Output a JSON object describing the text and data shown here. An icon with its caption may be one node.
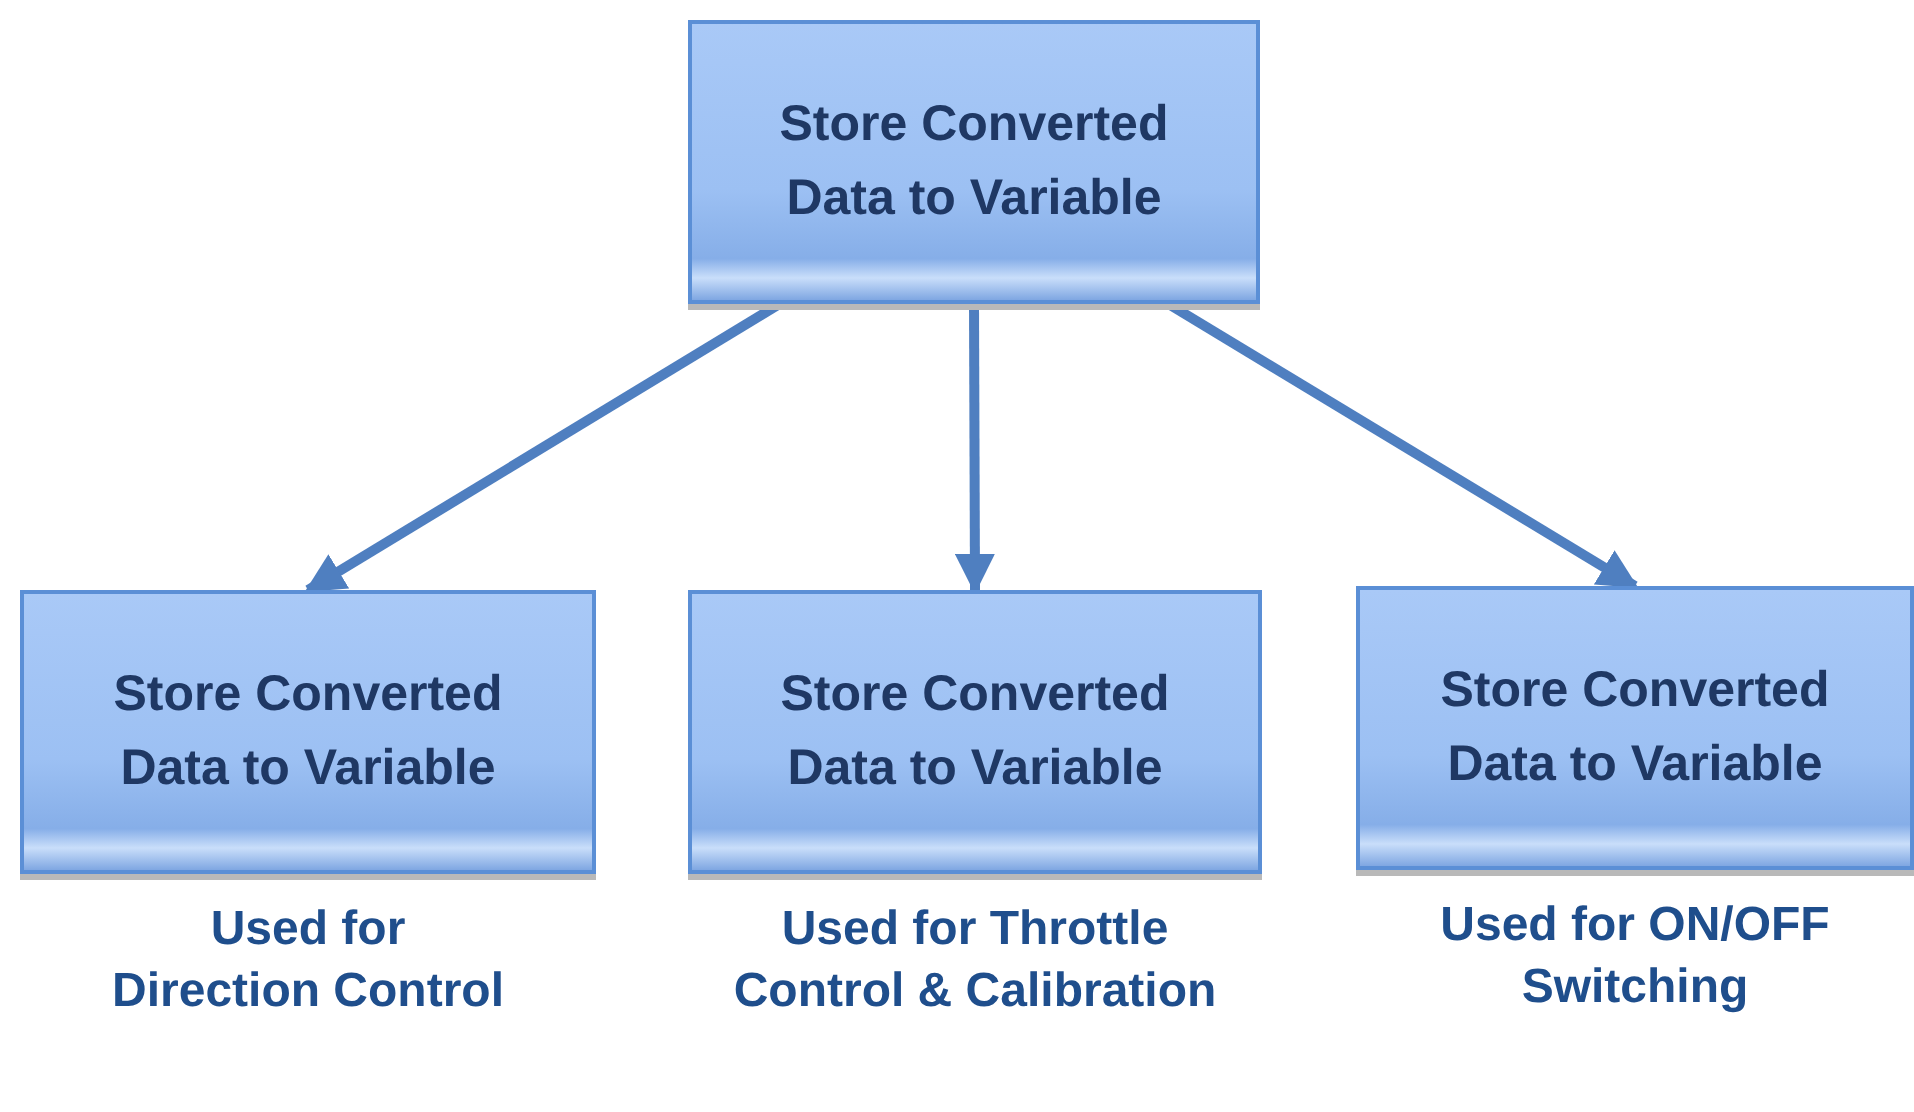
{
  "diagram": {
    "nodes": [
      {
        "text": [
          "Store Converted Data to Variable"
        ]
      },
      {
        "text": [
          "Store Converted Data to Variable"
        ],
        "beside": [
          "Used for Direction Control"
        ]
      },
      {
        "text": [
          "Store Converted Data to Variable"
        ],
        "beside": [
          "Used for Throttle Control & Calibration"
        ]
      },
      {
        "text": [
          "Store Converted Data to Variable"
        ],
        "beside": [
          "Used for ON/OFF Switching"
        ]
      }
    ],
    "edges": [
      {
        "from": 0,
        "to": 1,
        "arrow": "to"
      },
      {
        "from": 0,
        "to": 2,
        "arrow": "to"
      },
      {
        "from": 0,
        "to": 3,
        "arrow": "to"
      }
    ]
  }
}
